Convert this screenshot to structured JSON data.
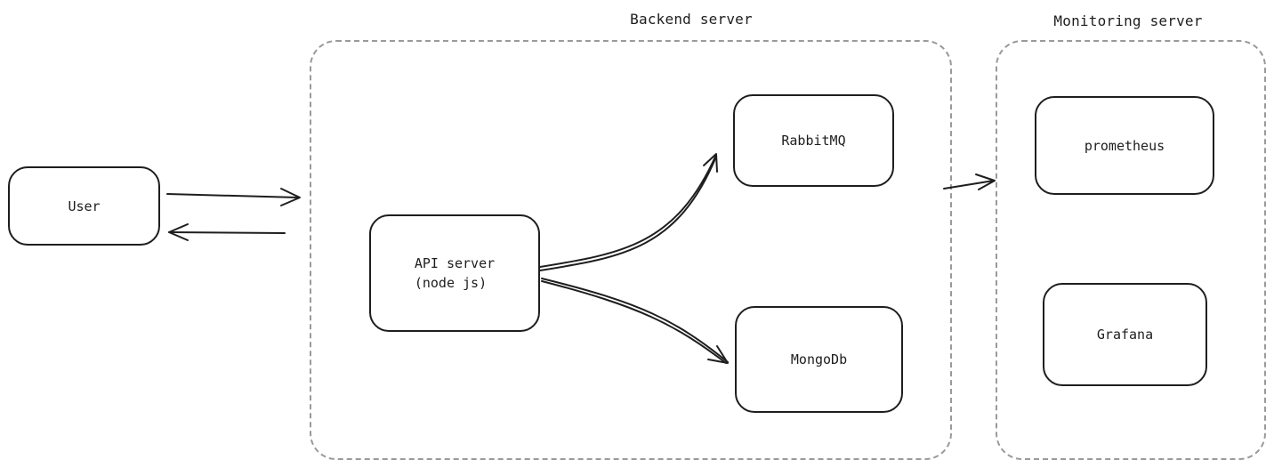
{
  "groups": {
    "backend": {
      "label": "Backend server"
    },
    "monitoring": {
      "label": "Monitoring server"
    }
  },
  "nodes": {
    "user": {
      "label": "User"
    },
    "api_server": {
      "line1": "API server",
      "line2": "(node js)"
    },
    "rabbitmq": {
      "label": "RabbitMQ"
    },
    "mongodb": {
      "label": "MongoDb"
    },
    "prometheus": {
      "label": "prometheus"
    },
    "grafana": {
      "label": "Grafana"
    }
  },
  "edges": [
    {
      "from": "user",
      "to": "backend"
    },
    {
      "from": "backend",
      "to": "user"
    },
    {
      "from": "api_server",
      "to": "rabbitmq"
    },
    {
      "from": "api_server",
      "to": "mongodb"
    },
    {
      "from": "backend",
      "to": "monitoring"
    }
  ],
  "colors": {
    "stroke": "#1e1e1e",
    "group_border": "#9a9a9a",
    "background": "#ffffff"
  }
}
